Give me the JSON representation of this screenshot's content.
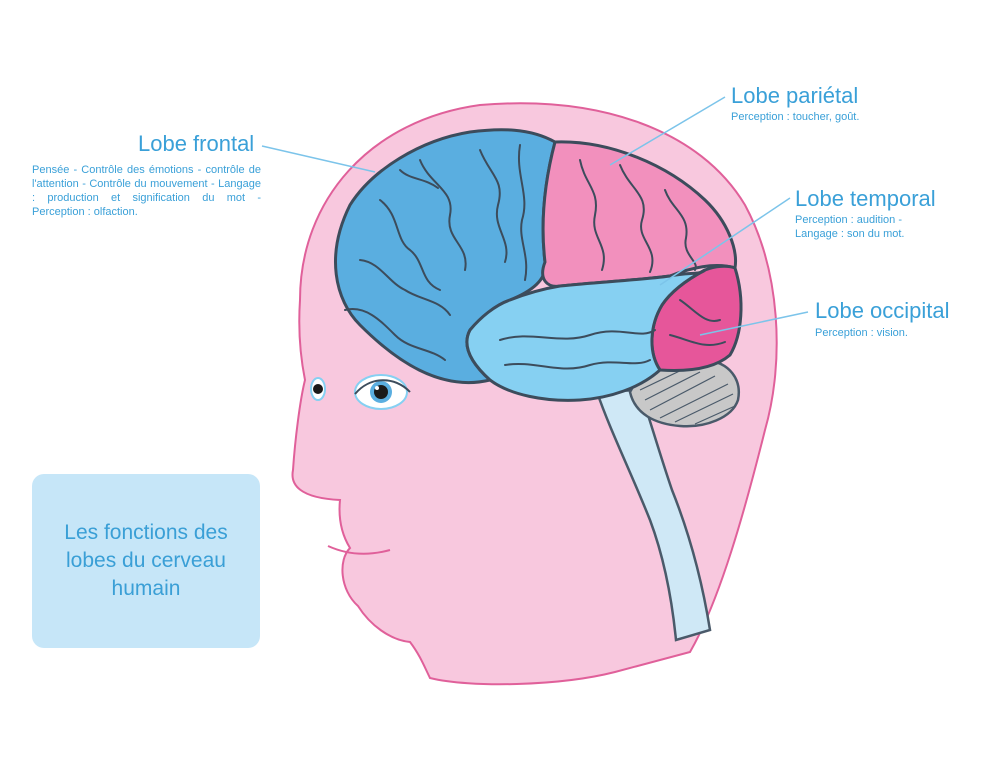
{
  "lobes": {
    "frontal": {
      "title": "Lobe frontal",
      "description": "Pensée - Contrôle des émotions - contrôle de l'attention - Contrôle du mouvement - Langage : production et signification du mot - Perception : olfaction."
    },
    "parietal": {
      "title": "Lobe pariétal",
      "description": "Perception : toucher, goût."
    },
    "temporal": {
      "title": "Lobe temporal",
      "description": "Perception : audition - Langage : son du mot."
    },
    "occipital": {
      "title": "Lobe occipital",
      "description": "Perception : vision."
    }
  },
  "caption": "Les fonctions des lobes du cerveau humain",
  "colors": {
    "text": "#3aa0d8",
    "head_fill": "#f8c8de",
    "head_outline": "#e0609a",
    "frontal_fill": "#5aaee0",
    "parietal_fill": "#f290bd",
    "temporal_fill": "#86d0f2",
    "occipital_fill": "#e6569a",
    "cerebellum_fill": "#c8c8c8",
    "brainstem_fill": "#cfe8f6",
    "caption_box": "#c6e6f8"
  }
}
